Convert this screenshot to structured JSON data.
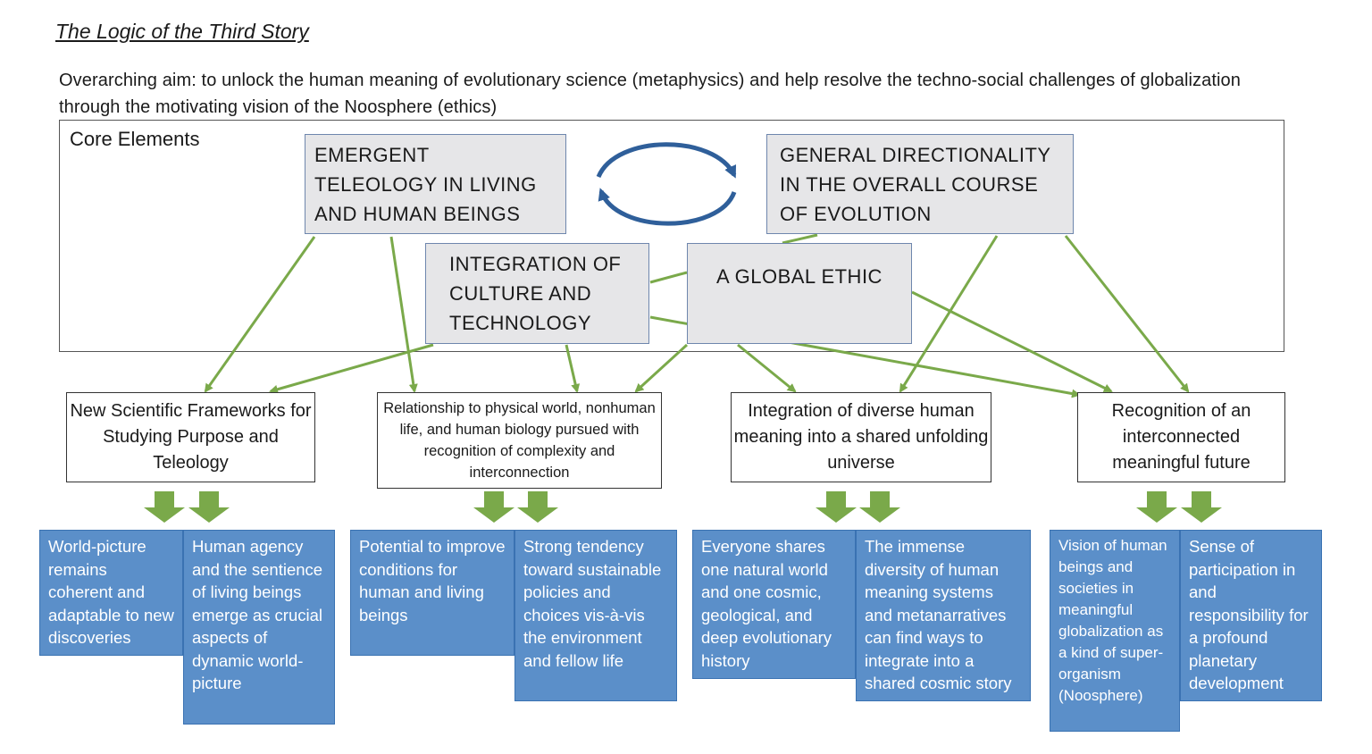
{
  "title": "The Logic of the Third Story",
  "aim": "Overarching aim: to unlock the human meaning of evolutionary science (metaphysics) and help resolve the techno-social challenges of globalization through the motivating vision of the Noosphere (ethics)",
  "core": {
    "label": "Core Elements",
    "teleology": "EMERGENT TELEOLOGY IN LIVING AND HUMAN BEINGS",
    "directionality": "GENERAL DIRECTIONALITY IN THE OVERALL COURSE OF EVOLUTION",
    "culture": "INTEGRATION OF CULTURE AND TECHNOLOGY",
    "ethic": "A GLOBAL ETHIC"
  },
  "outcomes": {
    "frameworks": "New Scientific Frameworks for Studying Purpose and Teleology",
    "relationship": "Relationship to physical world, nonhuman life, and human biology pursued with recognition of complexity and interconnection",
    "integration": "Integration of diverse human meaning into a shared unfolding universe",
    "recognition": "Recognition of an interconnected meaningful future"
  },
  "details": {
    "d1": "World-picture remains coherent and adaptable to new discoveries",
    "d2": "Human agency and the sentience of living beings emerge as crucial aspects of dynamic world-picture",
    "d3": "Potential to improve conditions for human and living beings",
    "d4": "Strong tendency toward sustainable policies and choices vis-à-vis the environment and fellow life",
    "d5": "Everyone shares one natural world and one cosmic, geological, and deep evolutionary history",
    "d6": "The immense diversity of human meaning systems and metanarratives can find ways to integrate into a shared cosmic story",
    "d7": "Vision of human beings and societies in meaningful globalization as a kind of super-organism (Noosphere)",
    "d8": "Sense of participation in and responsibility for a profound planetary development"
  },
  "colors": {
    "arrow_green": "#7aa94a",
    "detail_blue": "#5b8fc9",
    "cycle_blue": "#2f5f9a",
    "core_grey": "#e6e6e8"
  }
}
